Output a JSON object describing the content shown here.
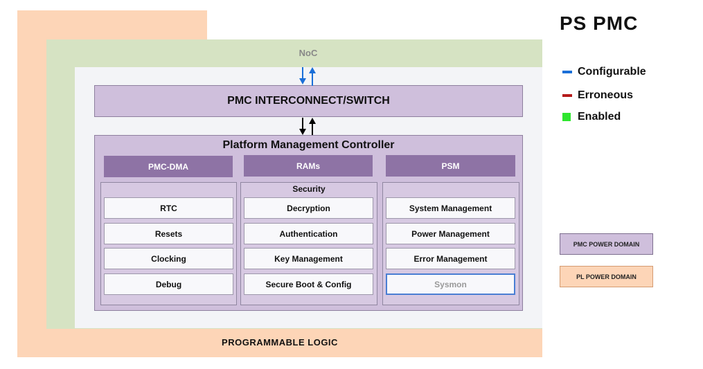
{
  "title": "PS PMC",
  "legend": [
    {
      "label": "Configurable",
      "color": "#1a6fd8",
      "shape": "line"
    },
    {
      "label": "Erroneous",
      "color": "#b51a1a",
      "shape": "line"
    },
    {
      "label": "Enabled",
      "color": "#2ee62e",
      "shape": "square"
    }
  ],
  "noc_label": "NoC",
  "interconnect_label": "PMC INTERCONNECT/SWITCH",
  "controller_title": "Platform Management Controller",
  "headers": [
    "PMC-DMA",
    "RAMs",
    "PSM"
  ],
  "columns": [
    {
      "title": "",
      "items": [
        "RTC",
        "Resets",
        "Clocking",
        "Debug"
      ]
    },
    {
      "title": "Security",
      "items": [
        "Decryption",
        "Authentication",
        "Key Management",
        "Secure Boot & Config"
      ]
    },
    {
      "title": "",
      "items": [
        "System Management",
        "Power Management",
        "Error Management",
        "Sysmon"
      ]
    }
  ],
  "pl_label": "PROGRAMMABLE LOGIC",
  "domains": [
    {
      "label": "PMC POWER DOMAIN",
      "color": "#cfbfdc"
    },
    {
      "label": "PL POWER DOMAIN",
      "color": "#fdd5b7"
    }
  ],
  "colors": {
    "pl": "#fdd5b7",
    "noc": "#d6e3c3",
    "pmc": "#cfbfdc",
    "header": "#8e73a5",
    "configurable_arrow": "#1a6fd8"
  }
}
